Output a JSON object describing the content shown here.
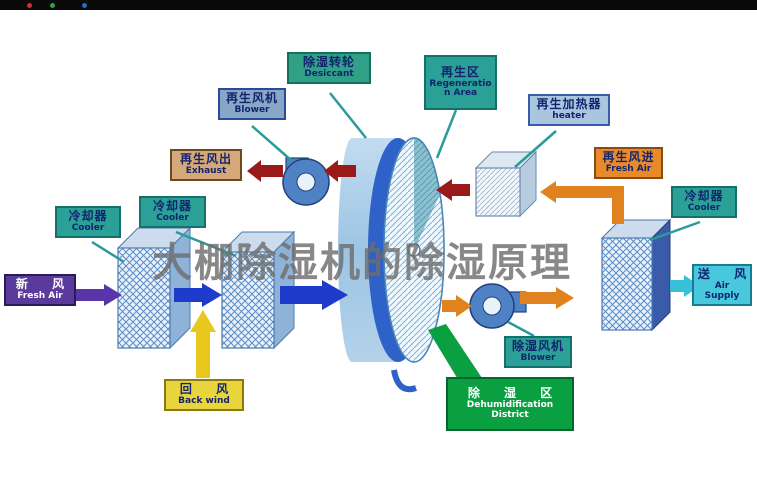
{
  "watermark": {
    "text": "大棚除湿机的除湿原理"
  },
  "labels": {
    "desiccant": {
      "zh": "除湿转轮",
      "en": "Desiccant"
    },
    "regen_area": {
      "zh": "再生区",
      "en": "Regeneration Area"
    },
    "regen_blower": {
      "zh": "再生风机",
      "en": "Blower"
    },
    "regen_heater": {
      "zh": "再生加热器",
      "en": "heater"
    },
    "regen_exhaust": {
      "zh": "再生风出",
      "en": "Exhaust"
    },
    "regen_fresh": {
      "zh": "再生风进",
      "en": "Fresh Air"
    },
    "cooler_left_a": {
      "zh": "冷却器",
      "en": "Cooler"
    },
    "cooler_left_b": {
      "zh": "冷却器",
      "en": "Cooler"
    },
    "cooler_right": {
      "zh": "冷却器",
      "en": "Cooler"
    },
    "fresh_air": {
      "zh": "新 风",
      "en": "Fresh Air"
    },
    "air_supply": {
      "zh": "送 风",
      "en": "Air Supply"
    },
    "back_wind": {
      "zh": "回 风",
      "en": "Back wind"
    },
    "dehum_blower": {
      "zh": "除湿风机",
      "en": "Blower"
    },
    "dehum_district": {
      "zh": "除 湿 区",
      "en": "Dehumidification District"
    }
  },
  "colors": {
    "label_teal": "#2aa096",
    "label_bluegray": "#88a6c6",
    "label_steel": "#aac6de",
    "label_tan": "#d4a878",
    "label_orange": "#e8892a",
    "label_purple": "#5a3a9a",
    "label_cyan": "#48c8dc",
    "label_yellow": "#e8d43c",
    "label_green": "#0aa042",
    "arrow_blue": "#1e3ccc",
    "arrow_dark_red": "#9a1a1a",
    "arrow_orange": "#e0821e",
    "arrow_purple": "#5a35aa",
    "arrow_yellow": "#e8c81e",
    "arrow_cyan": "#38c0d8",
    "connector_teal": "#2a9a9a",
    "wheel_rim_blue": "#2f62c8",
    "text_navy": "#13246e",
    "topbar_dots": [
      "#d03030",
      "#30a040",
      "#3068c0"
    ]
  }
}
